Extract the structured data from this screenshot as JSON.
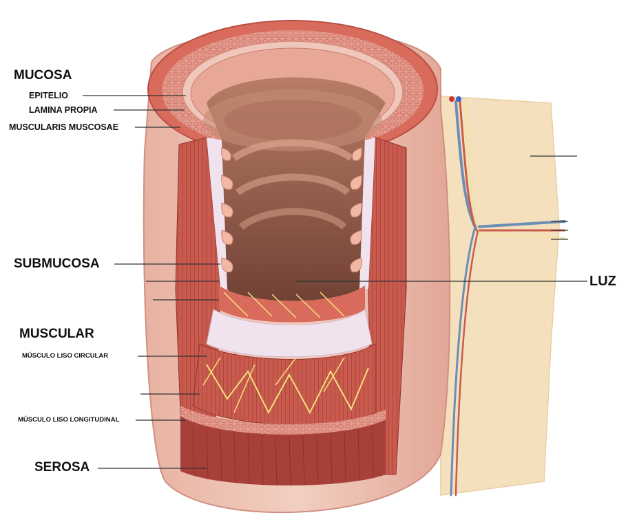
{
  "labels": {
    "mucosa": "MUCOSA",
    "epitelio": "EPITELIO",
    "lamina_propia": "LAMINA PROPIA",
    "muscularis_mucosae": "MUSCULARIS MUSCOSAE",
    "submucosa": "SUBMUCOSA",
    "luz": "LUZ",
    "muscular": "MUSCULAR",
    "musculo_circular": "MÚSCULO LISO CIRCULAR",
    "musculo_longitudinal": "MÚSCULO LISO LONGITUDINAL",
    "serosa": "SEROSA"
  },
  "colors": {
    "serosa_outer": "#efc7b6",
    "mucosa_pink": "#e9a79a",
    "muscle_red": "#c9574c",
    "muscle_dark": "#a8403a",
    "submucosa": "#f1e3ee",
    "lumen_dark": "#7a4a3c",
    "villi": "#f1b9a4",
    "mesentery": "#f3ddb8",
    "nerve_yellow": "#f4e27a",
    "leader_line": "#333333"
  }
}
